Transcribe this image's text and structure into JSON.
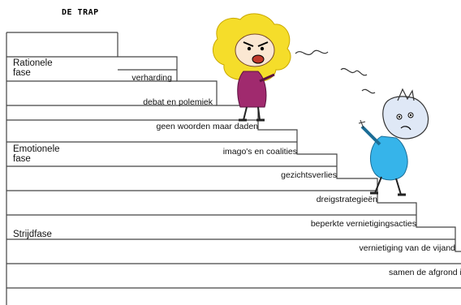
{
  "title": "DE TRAP",
  "phases": {
    "rational": "Rationele\nfase",
    "emotional": "Emotionele\nfase",
    "strijd": "Strijdfase"
  },
  "steps": [
    "verharding",
    "debat en polemiek",
    "geen woorden maar daden",
    "imago's en coalities",
    "gezichtsverlies",
    "dreigstrategieën",
    "beperkte vernietigingsacties",
    "vernietiging van de vijand",
    "samen de afgrond in"
  ],
  "colors": {
    "line": "#333333",
    "angry_hair": "#f5dd2a",
    "angry_body": "#a02a6e",
    "scared_body": "#36b4ea"
  },
  "icons": [
    "angry-woman-figure",
    "scared-man-figure"
  ]
}
